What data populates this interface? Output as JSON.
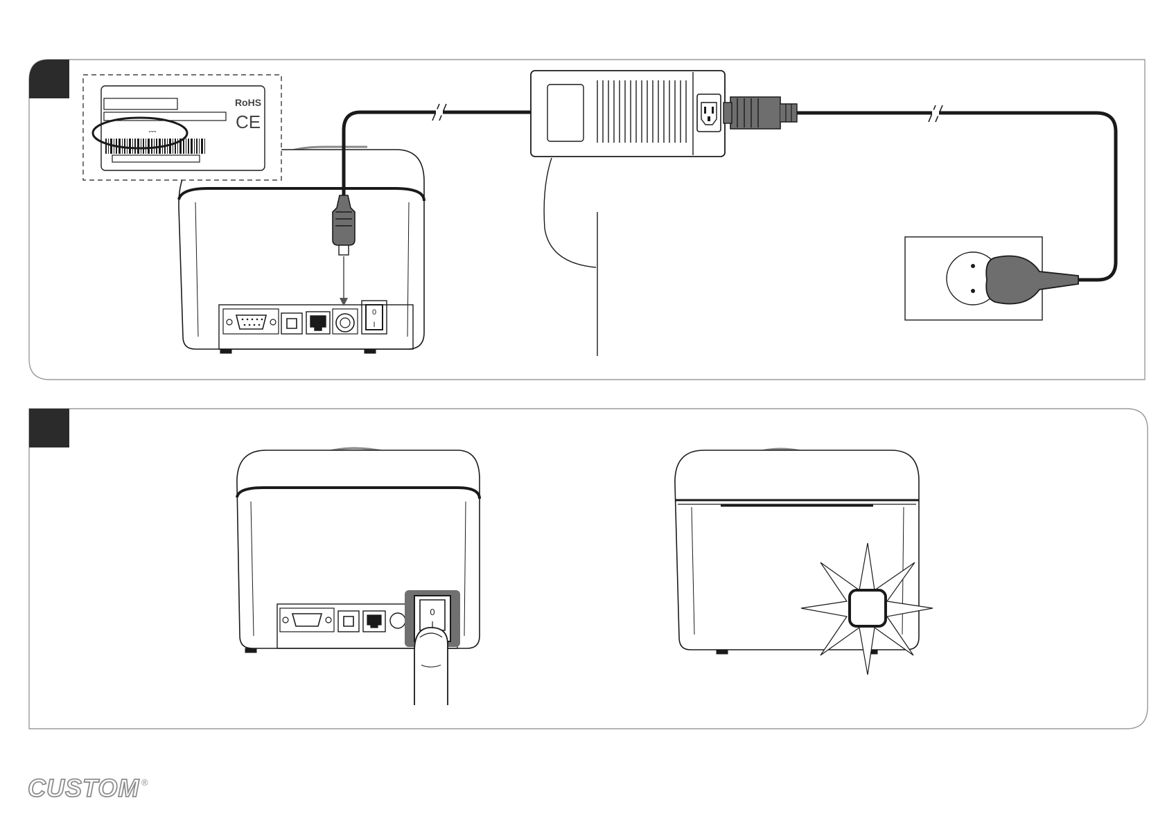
{
  "panels": [
    {
      "id": "panel-1",
      "step_marker": ""
    },
    {
      "id": "panel-2",
      "step_marker": ""
    }
  ],
  "label": {
    "rohs": "RoHS",
    "ce": "CE",
    "dc_symbol": "⎓"
  },
  "switch": {
    "off_mark": "0",
    "on_mark": "I"
  },
  "brand": {
    "logo_text": "CUSTOM",
    "registered": "®"
  },
  "colors": {
    "line": "#1a1a1a",
    "panel_border": "#9a9a9a",
    "tab_fill": "#2b2b2b",
    "plug_fill": "#6e6e6e",
    "highlight_fill": "#707070",
    "logo_gray": "#8c8c8c"
  }
}
